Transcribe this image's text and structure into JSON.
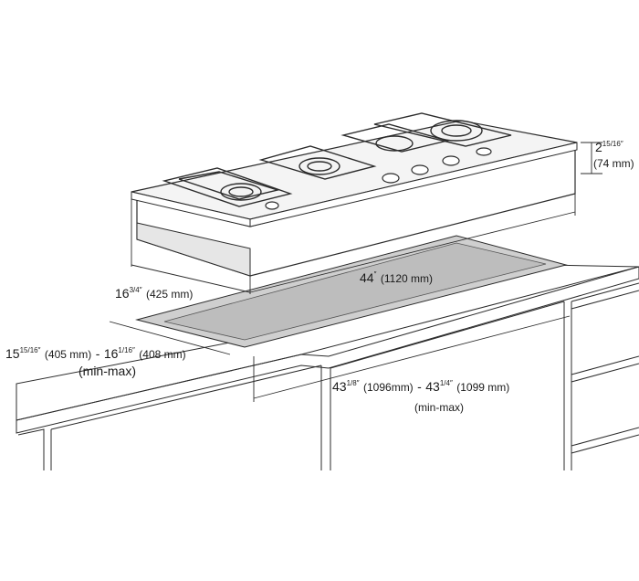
{
  "colors": {
    "line": "#2b2b2b",
    "light_line": "#8a8a8a",
    "cutout_fill": "#cfcfcf",
    "cutout_inner": "#b9b9b9",
    "glass_fill": "#f4f4f4",
    "dark_fill": "#3a3a3a"
  },
  "icons": [
    "burner-grate-icon",
    "control-knob-icon"
  ],
  "dimensions": {
    "height": {
      "whole": "2",
      "frac": "15/16",
      "inch": "″",
      "mm": "(74 mm)"
    },
    "depth": {
      "whole": "16",
      "frac": "3/4",
      "inch": "″",
      "mm": "(425 mm)"
    },
    "width": {
      "whole": "44",
      "inch": "″",
      "mm": "(1120 mm)"
    },
    "cutout_depth": {
      "min_whole": "15",
      "min_frac": "15/16",
      "inch": "″",
      "min_mm": "(405 mm)",
      "sep": "-",
      "max_whole": "16",
      "max_frac": "1/16",
      "max_mm": "(408 mm)",
      "note": "(min-max)"
    },
    "cutout_width": {
      "min_whole": "43",
      "min_frac": "1/8",
      "inch": "″",
      "min_mm": "(1096mm)",
      "sep": "-",
      "max_whole": "43",
      "max_frac": "1/4",
      "max_mm": "(1099 mm)",
      "note": "(min-max)"
    }
  }
}
